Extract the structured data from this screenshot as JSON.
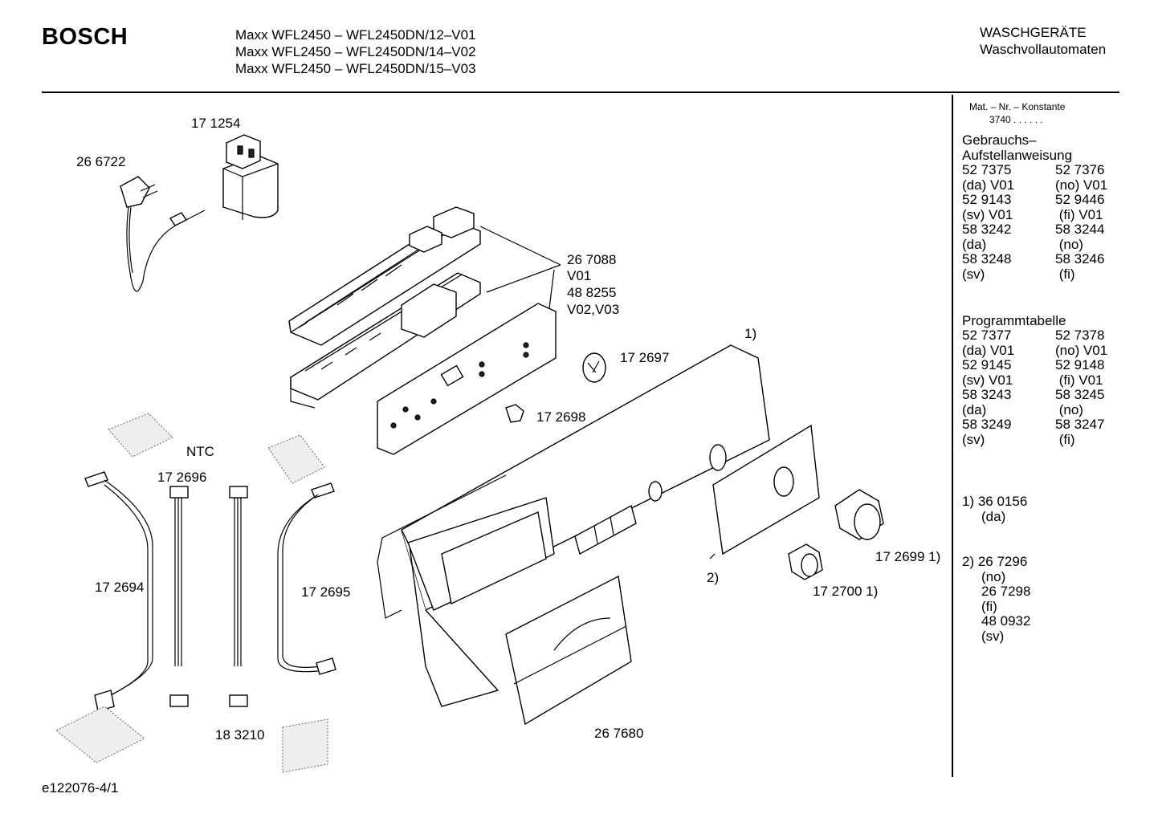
{
  "header": {
    "brand": "BOSCH",
    "models": [
      "Maxx WFL2450 – WFL2450DN/12–V01",
      "Maxx WFL2450 – WFL2450DN/14–V02",
      "Maxx WFL2450 – WFL2450DN/15–V03"
    ],
    "category": "WASCHGERÄTE",
    "subcategory": "Waschvollautomaten"
  },
  "parts": {
    "p171254": "17 1254",
    "p266722": "26 6722",
    "p267088": "26 7088",
    "v01": "V01",
    "p488255": "48 8255",
    "v02v03": "V02,V03",
    "note1": "1)",
    "p172697": "17 2697",
    "p172698": "17 2698",
    "ntc": "NTC",
    "p172696": "17 2696",
    "p172694": "17 2694",
    "p172695": "17 2695",
    "note2": "2)",
    "p1726991": "17 2699 1)",
    "p1727001": "17 2700 1)",
    "p183210": "18 3210",
    "p267680": "26 7680"
  },
  "sidebar": {
    "mat_title": "Mat. – Nr. – Konstante",
    "mat_value": "3740 . .  .  .  .  .",
    "gebrauchs_title_1": "Gebrauchs–",
    "gebrauchs_title_2": "Aufstellanweisung",
    "gebrauchs_rows": [
      [
        "52 7375",
        "52 7376"
      ],
      [
        "(da) V01",
        "(no) V01"
      ],
      [
        "52 9143",
        "52 9446"
      ],
      [
        "(sv) V01",
        " (fi) V01"
      ],
      [
        "58 3242",
        "58 3244"
      ],
      [
        "(da)",
        " (no)"
      ],
      [
        "58 3248",
        "58 3246"
      ],
      [
        "(sv)",
        " (fi)"
      ]
    ],
    "programm_title": "Programmtabelle",
    "programm_rows": [
      [
        "52 7377",
        "52 7378"
      ],
      [
        "(da) V01",
        "(no) V01"
      ],
      [
        "52 9145",
        "52 9148"
      ],
      [
        "(sv) V01",
        " (fi) V01"
      ],
      [
        "58 3243",
        "58 3245"
      ],
      [
        "(da)",
        " (no)"
      ],
      [
        "58 3249",
        "58 3247"
      ],
      [
        "(sv)",
        " (fi)"
      ]
    ],
    "fn1_line1": "1) 36 0156",
    "fn1_line2": "(da)",
    "fn2_lines": [
      "2) 26 7296",
      "(no)",
      "26 7298",
      "(fi)",
      "48 0932",
      "(sv)"
    ]
  },
  "footer": {
    "code": "e122076-4/1"
  }
}
